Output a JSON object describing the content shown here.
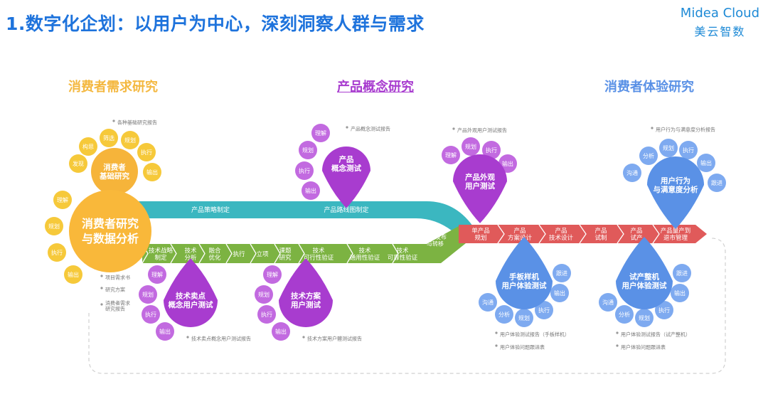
{
  "header": {
    "title": "1.数字化企划：以用户为中心，深刻洞察人群与需求",
    "logo_en": "Midea Cloud",
    "logo_cn": "美云智数"
  },
  "sections": {
    "consumer_demand": "消费者需求研究",
    "concept": "产品概念研究",
    "experience": "消费者体验研究"
  },
  "colors": {
    "orange": "#f4b840",
    "purple": "#a83ccf",
    "blue": "#5a91e6",
    "teal": "#3bb7c0",
    "green": "#7cb342",
    "red": "#e05a5a",
    "title": "#1e73dc"
  },
  "nodes": {
    "main": "消费者研究\n与数据分析",
    "basic": "消费者\n基础研究",
    "concept_test": "产品\n概念测试",
    "appearance_test": "产品外观\n用户测试",
    "behavior": "用户行为\n与满意度分析",
    "tech_point": "技术卖点\n概念用户测试",
    "tech_plan": "技术方案\n用户测试",
    "proto_test": "手板样机\n用户体验测试",
    "trial_test": "试产整机\n用户体验测试"
  },
  "petals": {
    "main": [
      "理解",
      "规划",
      "执行",
      "输出"
    ],
    "basic": [
      "发现",
      "构思",
      "筛选",
      "规划",
      "执行",
      "输出"
    ],
    "concept_test": [
      "理解",
      "规划",
      "执行",
      "输出"
    ],
    "appearance_test": [
      "理解",
      "规划",
      "执行",
      "输出"
    ],
    "behavior": [
      "沟通",
      "分析",
      "规划",
      "执行",
      "输出",
      "跟进"
    ],
    "tech_point": [
      "理解",
      "规划",
      "执行",
      "输出"
    ],
    "tech_plan": [
      "理解",
      "规划",
      "执行",
      "输出"
    ],
    "proto_test": [
      "沟通",
      "分析",
      "规划",
      "执行",
      "输出",
      "跟进"
    ],
    "trial_test": [
      "沟通",
      "分析",
      "规划",
      "执行",
      "输出",
      "跟进"
    ]
  },
  "teal_band": [
    "产品策略制定",
    "产品路线图制定"
  ],
  "green_band": [
    "技术战略\n制定",
    "技术\n分析",
    "融合\n优化",
    "执行",
    "立项",
    "课题\n研究",
    "技术\n可行性验证",
    "技术\n通用性验证",
    "技术\n可靠性验证"
  ],
  "merge_label": "方案发布\n与转移",
  "red_band": [
    "单产品\n规划",
    "产品\n方案设计",
    "产品\n技术设计",
    "产品\n试制",
    "产品\n试产",
    "产品量产到\n退市管理"
  ],
  "notes": {
    "basic_report": "各种基础研究报告",
    "concept_report": "产品概念测试报告",
    "appearance_report": "产品外观用户测试报告",
    "behavior_report": "用户行为与满意度分析报告",
    "project_book": "项目需求书",
    "research_plan": "研究方案",
    "demand_report": "消费者需求\n研究报告",
    "tech_point_report": "技术卖点概念用户测试报告",
    "tech_plan_report": "技术方案用户體测试报告",
    "proto_report": "用户体验测试报告（手板样机）",
    "proto_issues": "用户体验问题跟进表",
    "trial_report": "用户体验测试报告（试产整机）",
    "trial_issues": "用户体验问题跟进表"
  }
}
